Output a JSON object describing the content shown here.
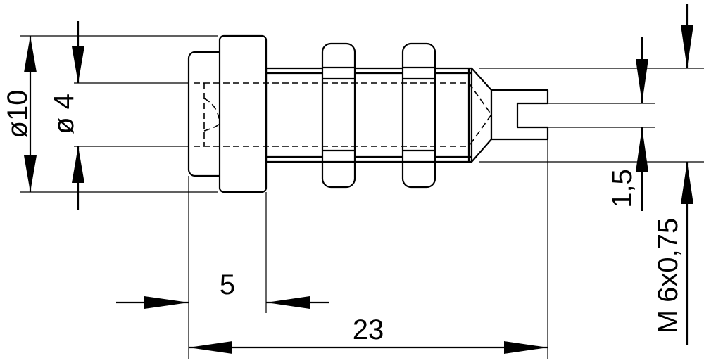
{
  "dimensions": {
    "outer_diameter": "ø10",
    "bore_diameter": "ø 4",
    "head_length": "5",
    "total_length": "23",
    "slot_width": "1,5",
    "thread": "M 6x0,75"
  }
}
